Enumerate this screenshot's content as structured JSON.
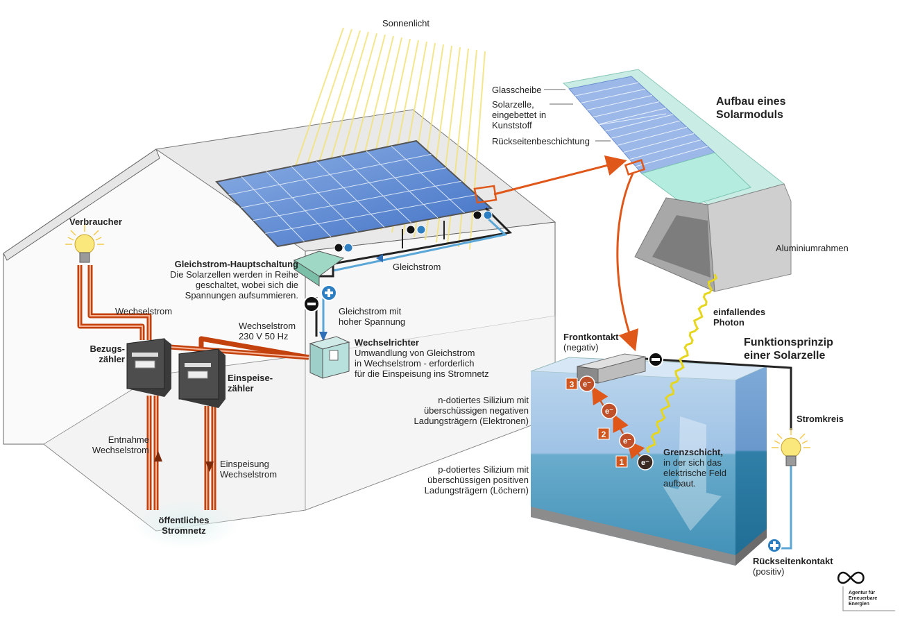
{
  "labels": {
    "sunlight": "Sonnenlicht",
    "consumer": "Verbraucher",
    "ac_current": "Wechselstrom",
    "ac_230": [
      "Wechselstrom",
      "230 V 50 Hz"
    ],
    "dc_main": {
      "title": "Gleichstrom-Hauptschaltung",
      "desc": [
        "Die Solarzellen werden in Reihe",
        "geschaltet, wobei sich die",
        "Spannungen aufsummieren."
      ]
    },
    "dc_current": "Gleichstrom",
    "dc_high": [
      "Gleichstrom mit",
      "hoher Spannung"
    ],
    "inverter": {
      "title": "Wechselrichter",
      "desc": [
        "Umwandlung von Gleichstrom",
        "in Wechselstrom - erforderlich",
        "für die Einspeisung ins Stromnetz"
      ]
    },
    "supply_meter": [
      "Bezugs-",
      "zähler"
    ],
    "feed_meter": [
      "Einspeise-",
      "zähler"
    ],
    "withdrawal": [
      "Entnahme",
      "Wechselstrom"
    ],
    "feed_in": [
      "Einspeisung",
      "Wechselstrom"
    ],
    "grid": [
      "öffentliches",
      "Stromnetz"
    ],
    "module_title": [
      "Aufbau eines",
      "Solarmoduls"
    ],
    "glass": "Glasscheibe",
    "solar_cell": [
      "Solarzelle,",
      "eingebettet in",
      "Kunststoff"
    ],
    "back_coating": "Rückseitenbeschichtung",
    "aluminium": "Aluminiumrahmen",
    "photon": [
      "einfallendes",
      "Photon"
    ],
    "cell_title": [
      "Funktionsprinzip",
      "einer Solarzelle"
    ],
    "front_contact": {
      "title": "Frontkontakt",
      "sub": "(negativ)"
    },
    "n_silicon": [
      "n-dotiertes Silizium mit",
      "überschüssigen negativen",
      "Ladungsträgern (Elektronen)"
    ],
    "p_silicon": [
      "p-dotiertes Silizium mit",
      "überschüssigen positiven",
      "Ladungsträgern (Löchern)"
    ],
    "junction": {
      "title": "Grenzschicht,",
      "desc": [
        "in der sich das",
        "elektrische Feld",
        "aufbaut."
      ]
    },
    "circuit": "Stromkreis",
    "back_contact": {
      "title": "Rückseitenkontakt",
      "sub": "(positiv)"
    },
    "steps": [
      "1",
      "2",
      "3"
    ],
    "electron": "e⁻",
    "minus": "−",
    "plus": "+",
    "logo": [
      "Agentur für",
      "Erneuerbare",
      "Energien"
    ]
  },
  "colors": {
    "ac_wire": "#c2410c",
    "dc_wire": "#222222",
    "solar_blue": "#4a79c9",
    "cell_top": "#a9cbe8",
    "cell_bottom": "#5b9ec6",
    "step_badge": "#d2571f",
    "electron": "#c0502a",
    "sun_rays": "#f3e27a"
  },
  "icons": [
    "lightbulb-icon",
    "meter-icon",
    "inverter-icon",
    "minus-terminal-icon",
    "plus-terminal-icon",
    "electron-icon",
    "photon-wave-icon",
    "logo-infinity-icon"
  ]
}
